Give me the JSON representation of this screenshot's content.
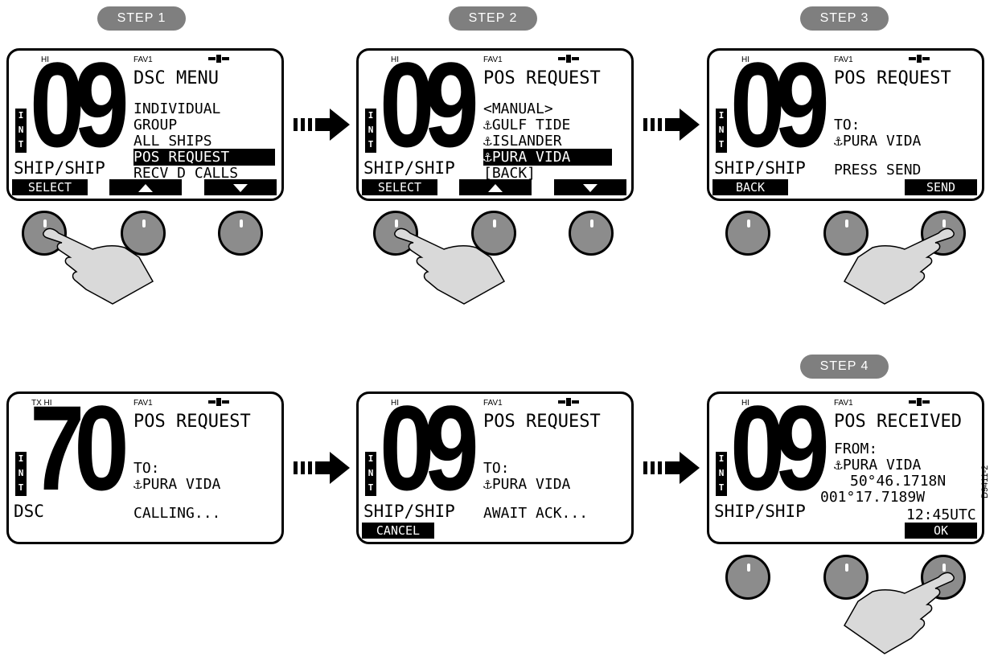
{
  "steps": [
    "STEP  1",
    "STEP  2",
    "STEP  3",
    "STEP  4"
  ],
  "screens": [
    {
      "hi": "HI",
      "fav": "FAV1",
      "channel": "09",
      "int": [
        "I",
        "N",
        "T"
      ],
      "mode": "SHIP/SHIP",
      "title": "DSC MENU",
      "lines": [
        "INDIVIDUAL",
        "GROUP",
        "ALL SHIPS",
        "POS REQUEST",
        "RECV D CALLS"
      ],
      "highlight": 3,
      "softkeys": {
        "left": "SELECT",
        "mid": "up-arrow-icon",
        "right": "down-arrow-icon"
      }
    },
    {
      "hi": "HI",
      "fav": "FAV1",
      "channel": "09",
      "int": [
        "I",
        "N",
        "T"
      ],
      "mode": "SHIP/SHIP",
      "title": "POS REQUEST",
      "lines": [
        "<MANUAL>",
        "⚓GULF TIDE",
        "⚓ISLANDER",
        "⚓PURA VIDA",
        "[BACK]"
      ],
      "highlight": 3,
      "softkeys": {
        "left": "SELECT",
        "mid": "up-arrow-icon",
        "right": "down-arrow-icon"
      }
    },
    {
      "hi": "HI",
      "fav": "FAV1",
      "channel": "09",
      "int": [
        "I",
        "N",
        "T"
      ],
      "mode": "SHIP/SHIP",
      "title": "POS REQUEST",
      "lines": [
        "TO:",
        "⚓PURA VIDA",
        "PRESS SEND"
      ],
      "softkeys": {
        "left": "BACK",
        "right": "SEND"
      }
    },
    {
      "hi": "TX HI",
      "fav": "FAV1",
      "channel": "70",
      "int": [
        "I",
        "N",
        "T"
      ],
      "mode": "DSC",
      "title": "POS REQUEST",
      "lines": [
        "TO:",
        "⚓PURA VIDA",
        "CALLING..."
      ]
    },
    {
      "hi": "HI",
      "fav": "FAV1",
      "channel": "09",
      "int": [
        "I",
        "N",
        "T"
      ],
      "mode": "SHIP/SHIP",
      "title": "POS REQUEST",
      "lines": [
        "TO:",
        "⚓PURA VIDA",
        "AWAIT ACK..."
      ],
      "softkeys": {
        "left": "CANCEL"
      }
    },
    {
      "hi": "HI",
      "fav": "FAV1",
      "channel": "09",
      "int": [
        "I",
        "N",
        "T"
      ],
      "mode": "SHIP/SHIP",
      "title": "POS RECEIVED",
      "lines": [
        "FROM:",
        "⚓PURA VIDA",
        "50°46.1718N",
        "001°17.7189W",
        "12:45UTC"
      ],
      "softkeys": {
        "right": "OK"
      }
    }
  ],
  "figure_code": "D9411-2"
}
